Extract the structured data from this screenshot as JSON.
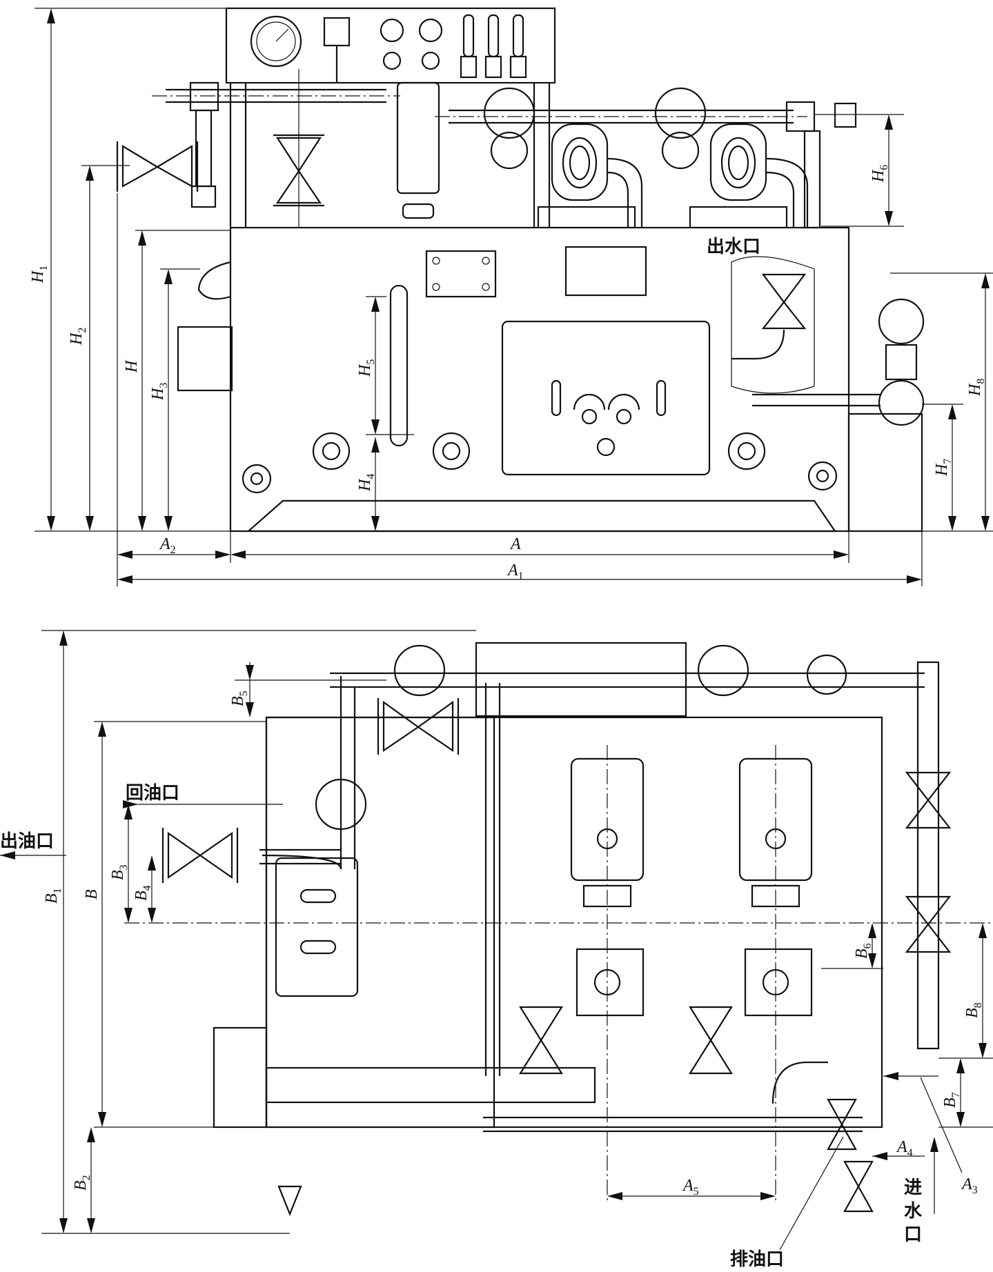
{
  "diagram": {
    "labels": {
      "water_outlet": "出水口",
      "oil_return_port": "回油口",
      "oil_outlet": "出油口",
      "oil_drain_port": "排油口",
      "water_inlet_1": "进",
      "water_inlet_2": "水",
      "water_inlet_3": "口"
    },
    "dimensions": {
      "H1": {
        "main": "H",
        "sub": "1"
      },
      "H2": {
        "main": "H",
        "sub": "2"
      },
      "H": {
        "main": "H",
        "sub": ""
      },
      "H3": {
        "main": "H",
        "sub": "3"
      },
      "H4": {
        "main": "H",
        "sub": "4"
      },
      "H5": {
        "main": "H",
        "sub": "5"
      },
      "H6": {
        "main": "H",
        "sub": "6"
      },
      "H7": {
        "main": "H",
        "sub": "7"
      },
      "H8": {
        "main": "H",
        "sub": "8"
      },
      "A": {
        "main": "A",
        "sub": ""
      },
      "A1": {
        "main": "A",
        "sub": "1"
      },
      "A2": {
        "main": "A",
        "sub": "2"
      },
      "A3": {
        "main": "A",
        "sub": "3"
      },
      "A4": {
        "main": "A",
        "sub": "4"
      },
      "A5": {
        "main": "A",
        "sub": "5"
      },
      "B": {
        "main": "B",
        "sub": ""
      },
      "B1": {
        "main": "B",
        "sub": "1"
      },
      "B2": {
        "main": "B",
        "sub": "2"
      },
      "B3": {
        "main": "B",
        "sub": "3"
      },
      "B4": {
        "main": "B",
        "sub": "4"
      },
      "B5": {
        "main": "B",
        "sub": "5"
      },
      "B6": {
        "main": "B",
        "sub": "6"
      },
      "B7": {
        "main": "B",
        "sub": "7"
      },
      "B8": {
        "main": "B",
        "sub": "8"
      }
    }
  }
}
